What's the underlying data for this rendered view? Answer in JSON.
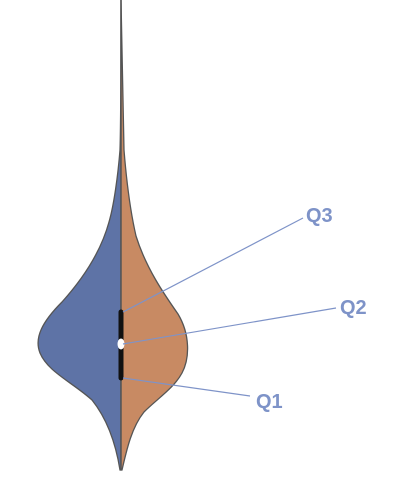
{
  "chart_data": {
    "type": "violin",
    "split": true,
    "series": [
      {
        "name": "",
        "side": "left",
        "color": "#5E73A6"
      },
      {
        "name": "",
        "side": "right",
        "color": "#C88A63"
      }
    ],
    "quartile_labels": [
      {
        "label": "Q3"
      },
      {
        "label": "Q2"
      },
      {
        "label": "Q1"
      }
    ],
    "annotation_color": "#7E93C8",
    "median_marker_color": "#ffffff",
    "iqr_bar_color": "#111111",
    "outline_color": "#555555"
  }
}
